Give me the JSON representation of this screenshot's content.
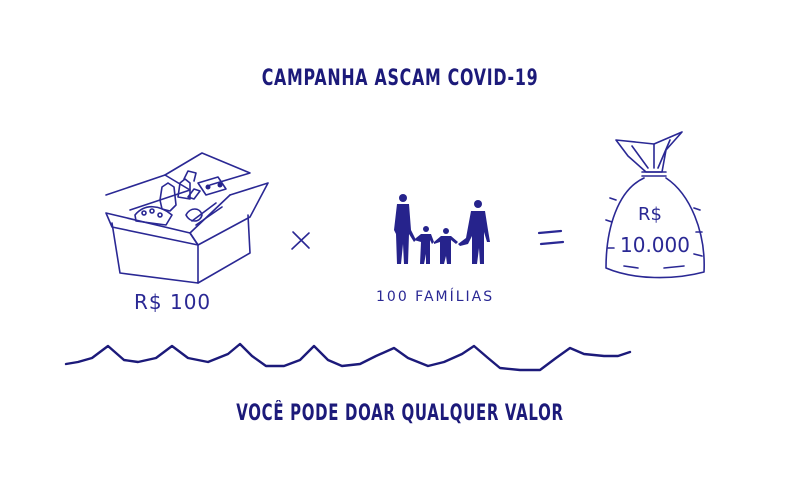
{
  "header": {
    "title": "CAMPANHA ASCAM COVID-19"
  },
  "equation": {
    "box": {
      "icon": "food-box-icon",
      "label": "R$ 100"
    },
    "multiply_symbol": "×",
    "families": {
      "icon": "family-icon",
      "label": "100 FAMÍLIAS"
    },
    "equals_symbol": "=",
    "bag": {
      "icon": "money-bag-icon",
      "currency": "R$",
      "amount": "10.000"
    }
  },
  "divider": {
    "icon": "wave-divider-icon"
  },
  "footer": {
    "tagline": "VOCÊ PODE DOAR QUALQUER VALOR"
  },
  "colors": {
    "ink": "#1c1a7a",
    "background": "#ffffff"
  }
}
